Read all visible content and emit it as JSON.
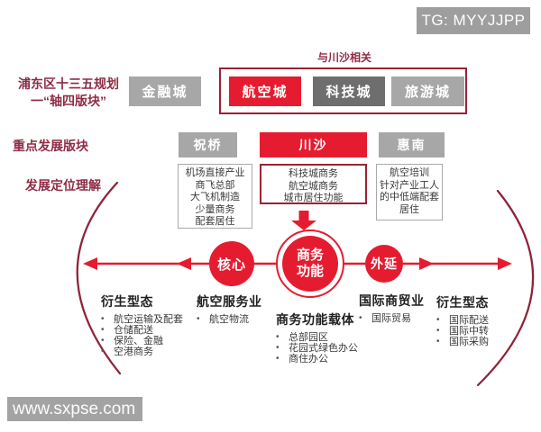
{
  "overlays": {
    "tg_badge": "TG: MYYJJPP",
    "site_watermark": "www.sxpse.com"
  },
  "colors": {
    "accent_red": "#e51c2f",
    "dark_maroon": "#8e2c44",
    "frame_maroon": "#9b2135",
    "gray_box": "#a7a7a7",
    "dark_gray_box": "#6e6e6e"
  },
  "plan_section": {
    "label_line1": "浦东区十三五规划",
    "label_line2": "一“轴四版块”",
    "related_label": "与川沙相关",
    "box_finance_city": "金融城",
    "box_aviation_city": "航空城",
    "box_tech_city": "科技城",
    "box_tourism_city": "旅游城"
  },
  "focus_section": {
    "label": "重点发展版块",
    "box_zhuqiao": "祝桥",
    "box_chuansha": "川沙",
    "box_huinan": "惠南"
  },
  "position_section": {
    "label": "发展定位理解",
    "zhuqiao_detail": [
      "机场直接产业",
      "商飞总部",
      "大飞机制造",
      "少量商务",
      "配套居住"
    ],
    "chuansha_detail": [
      "科技城商务",
      "航空城商务",
      "城市居住功能"
    ],
    "huinan_detail": [
      "航空培训",
      "针对产业工人",
      "的中低端配套",
      "居住"
    ]
  },
  "axis_section": {
    "core_circle": "核心",
    "center_circle": "商务功能",
    "extension_circle": "外延"
  },
  "bottom_columns": [
    {
      "title": "衍生型态",
      "items": [
        "航空运输及配套",
        "仓储配送",
        "保险、金融",
        "空港商务"
      ]
    },
    {
      "title": "航空服务业",
      "items": [
        "航空物流"
      ]
    },
    {
      "title": "商务功能载体",
      "items": [
        "总部园区",
        "花园式绿色办公",
        "商住办公"
      ]
    },
    {
      "title": "国际商贸业",
      "items": [
        "国际贸易"
      ]
    },
    {
      "title": "衍生型态",
      "items": [
        "国际配送",
        "国际中转",
        "国际采购"
      ]
    }
  ]
}
